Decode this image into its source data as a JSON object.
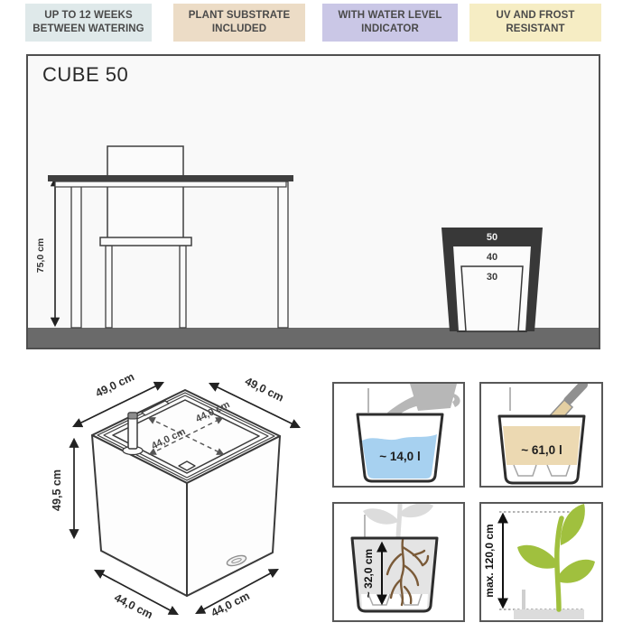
{
  "badges": [
    {
      "line1": "UP TO 12 WEEKS",
      "line2": "BETWEEN WATERING"
    },
    {
      "line1": "PLANT SUBSTRATE",
      "line2": "INCLUDED"
    },
    {
      "line1": "WITH WATER LEVEL",
      "line2": "INDICATOR"
    },
    {
      "line1": "UV AND FROST",
      "line2": "RESISTANT"
    }
  ],
  "main_diagram": {
    "title": "CUBE 50",
    "table_height_label": "75,0 cm",
    "nested_planter_sizes": [
      "50",
      "40",
      "30"
    ]
  },
  "cube_drawing": {
    "outer_edge_left": "49,0 cm",
    "outer_edge_right": "49,0 cm",
    "inner_diag_1": "44,0 cm",
    "inner_diag_2": "44,0 cm",
    "height": "49,5 cm",
    "base_edge_left": "44,0 cm",
    "base_edge_right": "44,0 cm"
  },
  "info_panels": {
    "water_volume": "~ 14,0 l",
    "substrate_volume": "~ 61,0 l",
    "planting_depth": "~ 32,0 cm",
    "max_plant_height": "max. 120,0 cm"
  },
  "colors": {
    "badge_watering_bg": "#dfe9ea",
    "badge_substrate_bg": "#ecdcc6",
    "badge_indicator_bg": "#cac7e6",
    "badge_uv_bg": "#f6edc4",
    "water_blue": "#a7d1f0",
    "substrate_tan": "#ecd9b2",
    "plant_green": "#a0c03e",
    "root_brown": "#7a5a38",
    "floor_gray": "#6a6a6a",
    "planter_dark": "#383838"
  }
}
